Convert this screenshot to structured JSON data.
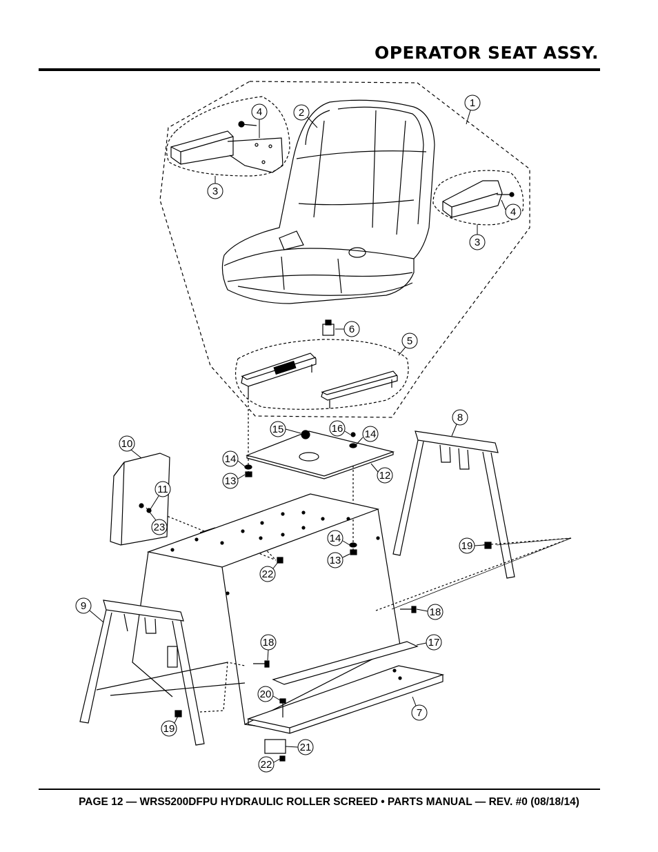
{
  "page": {
    "title": "OPERATOR SEAT ASSY.",
    "footer": "PAGE 12 — WRS5200DFPU HYDRAULIC ROLLER SCREED • PARTS MANUAL  — REV. #0 (08/18/14)"
  },
  "callouts": {
    "c1": "1",
    "c2": "2",
    "c3a": "3",
    "c3b": "3",
    "c4a": "4",
    "c4b": "4",
    "c5": "5",
    "c6": "6",
    "c7": "7",
    "c8": "8",
    "c9": "9",
    "c10": "10",
    "c11": "11",
    "c12": "12",
    "c13a": "13",
    "c13b": "13",
    "c14a": "14",
    "c14b": "14",
    "c14c": "14",
    "c15": "15",
    "c16": "16",
    "c17": "17",
    "c18a": "18",
    "c18b": "18",
    "c19a": "19",
    "c19b": "19",
    "c20": "20",
    "c21": "21",
    "c22a": "22",
    "c22b": "22",
    "c23": "23"
  }
}
